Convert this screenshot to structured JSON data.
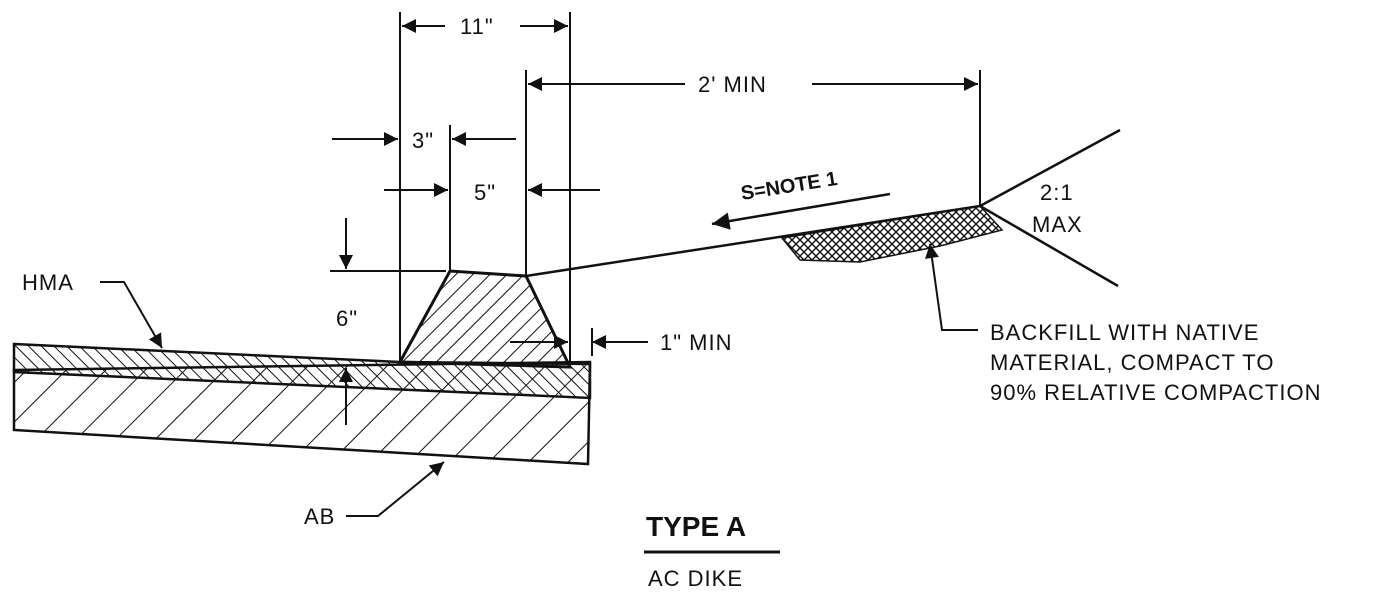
{
  "dimensions": {
    "top_width": "11\"",
    "min_clearance": "2' MIN",
    "left_offset": "3\"",
    "top_flat": "5\"",
    "height": "6\"",
    "back_offset": "1\" MIN"
  },
  "layers": {
    "hma": "HMA",
    "ab": "AB"
  },
  "slope": {
    "label": "S=NOTE 1",
    "ratio": "2:1",
    "ratio_max": "MAX"
  },
  "backfill_note": {
    "line1": "BACKFILL WITH NATIVE",
    "line2": "MATERIAL, COMPACT TO",
    "line3": "90% RELATIVE COMPACTION"
  },
  "title": {
    "main": "TYPE A",
    "sub": "AC DIKE"
  }
}
